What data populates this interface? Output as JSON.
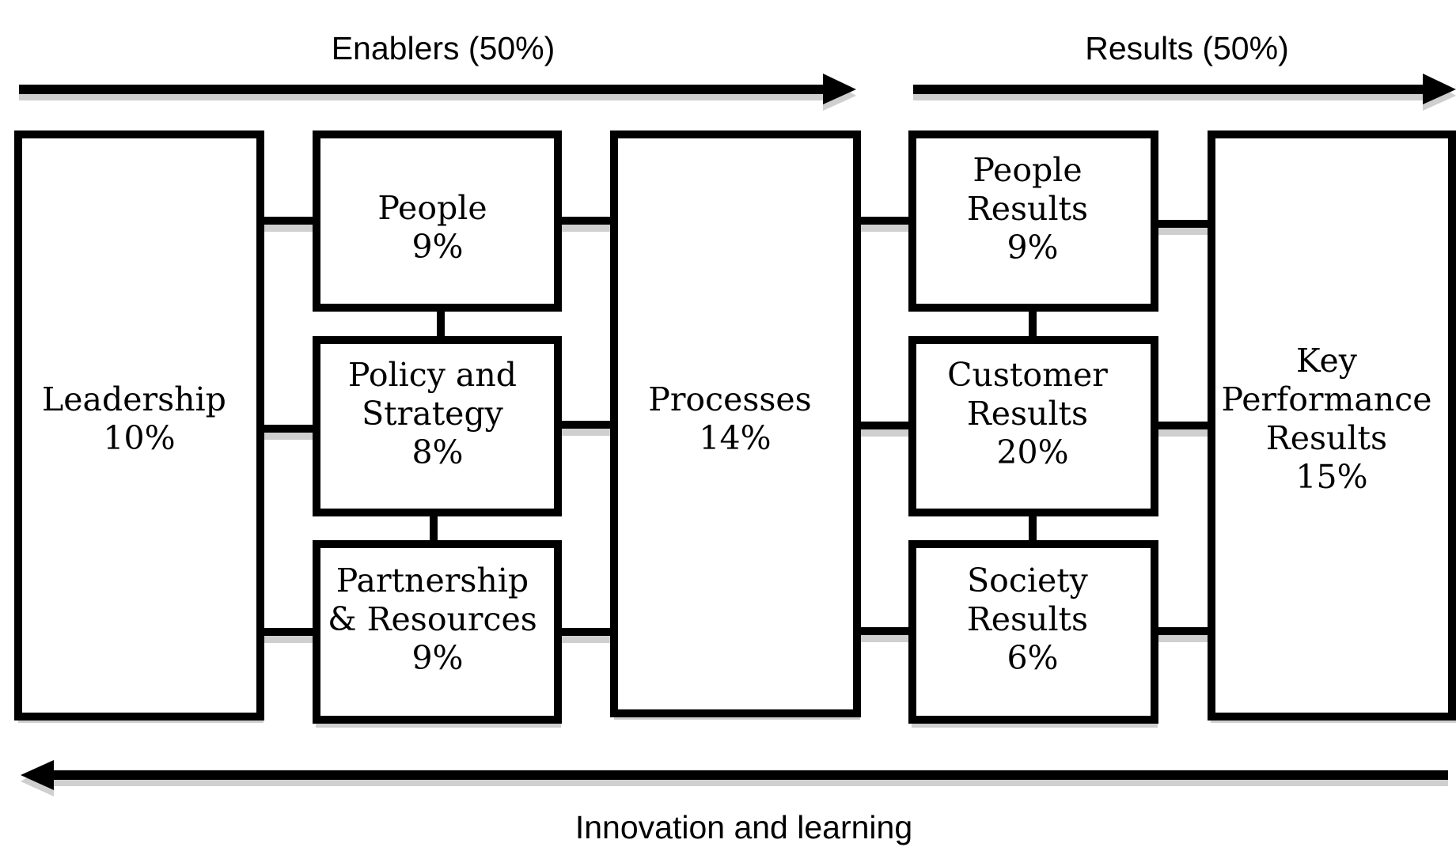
{
  "headings": {
    "enablers": "Enablers (50%)",
    "results": "Results (50%)",
    "feedback": "Innovation and learning"
  },
  "boxes": {
    "leadership": {
      "lines": [
        "Leadership",
        "10%"
      ]
    },
    "people": {
      "lines": [
        "People",
        "9%"
      ]
    },
    "policy_strategy": {
      "lines": [
        "Policy and",
        "Strategy",
        "8%"
      ]
    },
    "partnership_resources": {
      "lines": [
        "Partnership",
        "& Resources",
        "9%"
      ]
    },
    "processes": {
      "lines": [
        "Processes",
        "14%"
      ]
    },
    "people_results": {
      "lines": [
        "People",
        "Results",
        "9%"
      ]
    },
    "customer_results": {
      "lines": [
        "Customer",
        "Results",
        "20%"
      ]
    },
    "society_results": {
      "lines": [
        "Society",
        "Results",
        "6%"
      ]
    },
    "key_performance_results": {
      "lines": [
        "Key",
        "Performance",
        "Results",
        "15%"
      ]
    }
  }
}
